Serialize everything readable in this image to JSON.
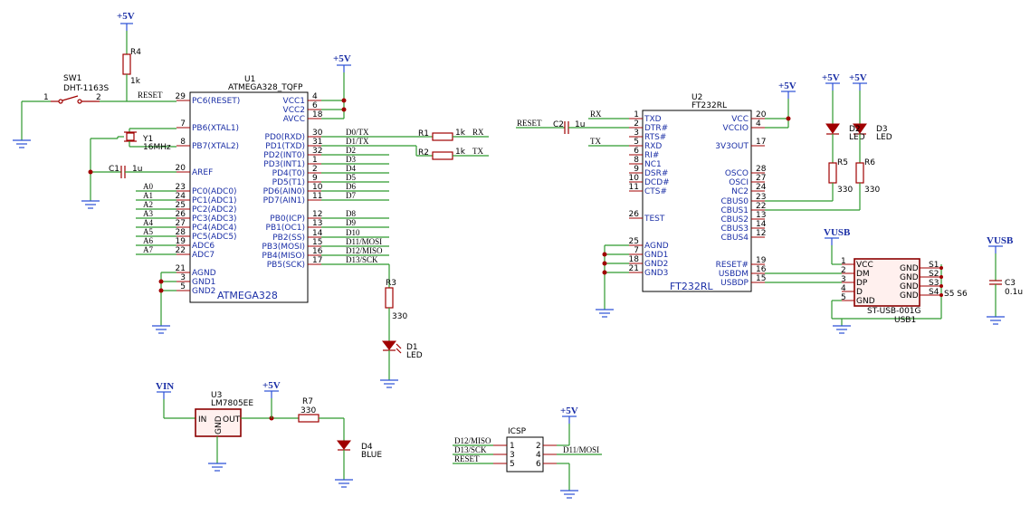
{
  "power": {
    "p5v": "+5V",
    "vusb": "VUSB",
    "vin": "VIN"
  },
  "sw1": {
    "ref": "SW1",
    "value": "DHT-1163S",
    "pin1": "1",
    "pin2": "2"
  },
  "r4": {
    "ref": "R4",
    "value": "1k"
  },
  "u1": {
    "ref": "U1",
    "value": "ATMEGA328_TQFP",
    "name": "ATMEGA328",
    "left_pins": [
      {
        "num": "29",
        "label": "PC6(RESET)",
        "net": "RESET"
      },
      {
        "num": "7",
        "label": "PB6(XTAL1)",
        "net": ""
      },
      {
        "num": "8",
        "label": "PB7(XTAL2)",
        "net": ""
      },
      {
        "num": "20",
        "label": "AREF",
        "net": ""
      },
      {
        "num": "23",
        "label": "PC0(ADC0)",
        "net": "A0"
      },
      {
        "num": "24",
        "label": "PC1(ADC1)",
        "net": "A1"
      },
      {
        "num": "25",
        "label": "PC2(ADC2)",
        "net": "A2"
      },
      {
        "num": "26",
        "label": "PC3(ADC3)",
        "net": "A3"
      },
      {
        "num": "27",
        "label": "PC4(ADC4)",
        "net": "A4"
      },
      {
        "num": "28",
        "label": "PC5(ADC5)",
        "net": "A5"
      },
      {
        "num": "19",
        "label": "ADC6",
        "net": "A6"
      },
      {
        "num": "22",
        "label": "ADC7",
        "net": "A7"
      },
      {
        "num": "21",
        "label": "AGND",
        "net": ""
      },
      {
        "num": "3",
        "label": "GND1",
        "net": ""
      },
      {
        "num": "5",
        "label": "GND2",
        "net": ""
      }
    ],
    "right_pins": [
      {
        "num": "4",
        "label": "VCC1",
        "net": ""
      },
      {
        "num": "6",
        "label": "VCC2",
        "net": ""
      },
      {
        "num": "18",
        "label": "AVCC",
        "net": ""
      },
      {
        "num": "30",
        "label": "PD0(RXD)",
        "net": "D0/TX"
      },
      {
        "num": "31",
        "label": "PD1(TXD)",
        "net": "D1/TX"
      },
      {
        "num": "32",
        "label": "PD2(INT0)",
        "net": "D2"
      },
      {
        "num": "1",
        "label": "PD3(INT1)",
        "net": "D3"
      },
      {
        "num": "2",
        "label": "PD4(T0)",
        "net": "D4"
      },
      {
        "num": "9",
        "label": "PD5(T1)",
        "net": "D5"
      },
      {
        "num": "10",
        "label": "PD6(AIN0)",
        "net": "D6"
      },
      {
        "num": "11",
        "label": "PD7(AIN1)",
        "net": "D7"
      },
      {
        "num": "12",
        "label": "PB0(ICP)",
        "net": "D8"
      },
      {
        "num": "13",
        "label": "PB1(OC1)",
        "net": "D9"
      },
      {
        "num": "14",
        "label": "PB2(SS)",
        "net": "D10"
      },
      {
        "num": "15",
        "label": "PB3(MOSI)",
        "net": "D11/MOSI"
      },
      {
        "num": "16",
        "label": "PB4(MISO)",
        "net": "D12/MISO"
      },
      {
        "num": "17",
        "label": "PB5(SCK)",
        "net": "D13/SCK"
      }
    ]
  },
  "y1": {
    "ref": "Y1",
    "value": "16MHz"
  },
  "c1": {
    "ref": "C1",
    "value": "1u"
  },
  "r1": {
    "ref": "R1",
    "value": "1k",
    "net": "RX"
  },
  "r2": {
    "ref": "R2",
    "value": "1k",
    "net": "TX"
  },
  "r3": {
    "ref": "R3",
    "value": "330"
  },
  "d1": {
    "ref": "D1",
    "value": "LED"
  },
  "u2": {
    "ref": "U2",
    "value": "FT232RL",
    "name": "FT232RL",
    "left_pins": [
      {
        "num": "1",
        "label": "TXD",
        "net": "RX"
      },
      {
        "num": "2",
        "label": "DTR#",
        "net": ""
      },
      {
        "num": "3",
        "label": "RTS#",
        "net": ""
      },
      {
        "num": "5",
        "label": "RXD",
        "net": "TX"
      },
      {
        "num": "6",
        "label": "RI#",
        "net": ""
      },
      {
        "num": "8",
        "label": "NC1",
        "net": ""
      },
      {
        "num": "9",
        "label": "DSR#",
        "net": ""
      },
      {
        "num": "10",
        "label": "DCD#",
        "net": ""
      },
      {
        "num": "11",
        "label": "CTS#",
        "net": ""
      },
      {
        "num": "26",
        "label": "TEST",
        "net": ""
      },
      {
        "num": "25",
        "label": "AGND",
        "net": ""
      },
      {
        "num": "7",
        "label": "GND1",
        "net": ""
      },
      {
        "num": "18",
        "label": "GND2",
        "net": ""
      },
      {
        "num": "21",
        "label": "GND3",
        "net": ""
      }
    ],
    "right_pins": [
      {
        "num": "20",
        "label": "VCC"
      },
      {
        "num": "4",
        "label": "VCCIO"
      },
      {
        "num": "17",
        "label": "3V3OUT"
      },
      {
        "num": "28",
        "label": "OSCO"
      },
      {
        "num": "27",
        "label": "OSCI"
      },
      {
        "num": "24",
        "label": "NC2"
      },
      {
        "num": "23",
        "label": "CBUS0"
      },
      {
        "num": "22",
        "label": "CBUS1"
      },
      {
        "num": "13",
        "label": "CBUS2"
      },
      {
        "num": "14",
        "label": "CBUS3"
      },
      {
        "num": "12",
        "label": "CBUS4"
      },
      {
        "num": "19",
        "label": "RESET#"
      },
      {
        "num": "16",
        "label": "USBDM"
      },
      {
        "num": "15",
        "label": "USBDP"
      }
    ]
  },
  "c2": {
    "ref": "C2",
    "value": "1u",
    "net": "RESET"
  },
  "r5": {
    "ref": "R5",
    "value": "330"
  },
  "r6": {
    "ref": "R6",
    "value": "330"
  },
  "d2": {
    "ref": "D2",
    "value": "LED"
  },
  "d3": {
    "ref": "D3",
    "value": "LED"
  },
  "usb1": {
    "ref": "USB1",
    "value": "ST-USB-001G",
    "left_pins": [
      {
        "num": "1",
        "label": "VCC"
      },
      {
        "num": "2",
        "label": "DM"
      },
      {
        "num": "3",
        "label": "DP"
      },
      {
        "num": "4",
        "label": "D"
      },
      {
        "num": "5",
        "label": "GND"
      }
    ],
    "right_pins": [
      {
        "num": "S1",
        "label": "GND"
      },
      {
        "num": "S2",
        "label": "GND"
      },
      {
        "num": "S3",
        "label": "GND"
      },
      {
        "num": "S4",
        "label": "GND"
      }
    ],
    "extra": "S5 S6"
  },
  "c3": {
    "ref": "C3",
    "value": "0.1u"
  },
  "u3": {
    "ref": "U3",
    "value": "LM7805EE",
    "in": "IN",
    "out": "OUT",
    "gnd": "GND"
  },
  "r7": {
    "ref": "R7",
    "value": "330"
  },
  "d4": {
    "ref": "D4",
    "value": "BLUE"
  },
  "icsp": {
    "ref": "ICSP",
    "pins": [
      "1",
      "2",
      "3",
      "4",
      "5",
      "6"
    ],
    "nets": [
      "D12/MISO",
      "D13/SCK",
      "RESET",
      "D11/MOSI"
    ]
  }
}
